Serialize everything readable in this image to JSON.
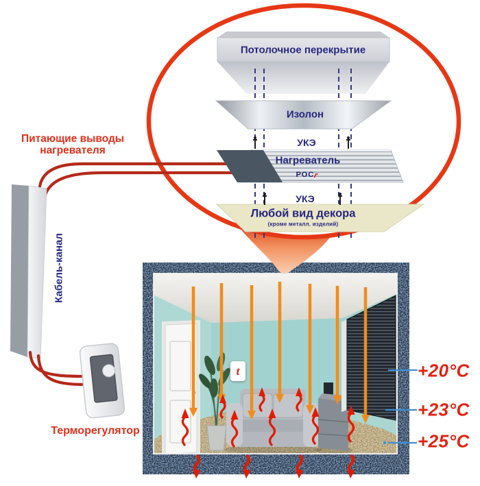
{
  "exploded_view": {
    "layers": {
      "ceiling_slab": "Потолочное перекрытие",
      "izolon": "Изолон",
      "uke_upper": "УКЭ",
      "heater": "Нагреватель",
      "heater_brand": "РОС",
      "heater_brand_mark_glyph": "r",
      "uke_lower": "УКЭ",
      "decor": "Любой вид декора",
      "decor_note": "(кроме металл. изделий)"
    }
  },
  "wiring": {
    "feed_label_line1": "Питающие выводы",
    "feed_label_line2": "нагревателя",
    "cable_channel_label": "Кабель-канал",
    "thermostat_label": "Терморегулятор"
  },
  "room": {
    "wall_thermostat_glyph": "t",
    "temperature_labels": {
      "ceiling": "+20°C",
      "middle": "+23°C",
      "floor": "+25°C"
    }
  },
  "colors": {
    "callout_red": "#e63815",
    "navy_text": "#27277f",
    "label_red": "#df301c",
    "wire_red": "#b5291a",
    "heat_ray_orange": "#f08c1c",
    "floor_heat_red": "#e31a00",
    "frame_blue": "#7d9bc0",
    "pointer_blue": "#3e8fd8",
    "decor_beige": "#eae6c8"
  }
}
